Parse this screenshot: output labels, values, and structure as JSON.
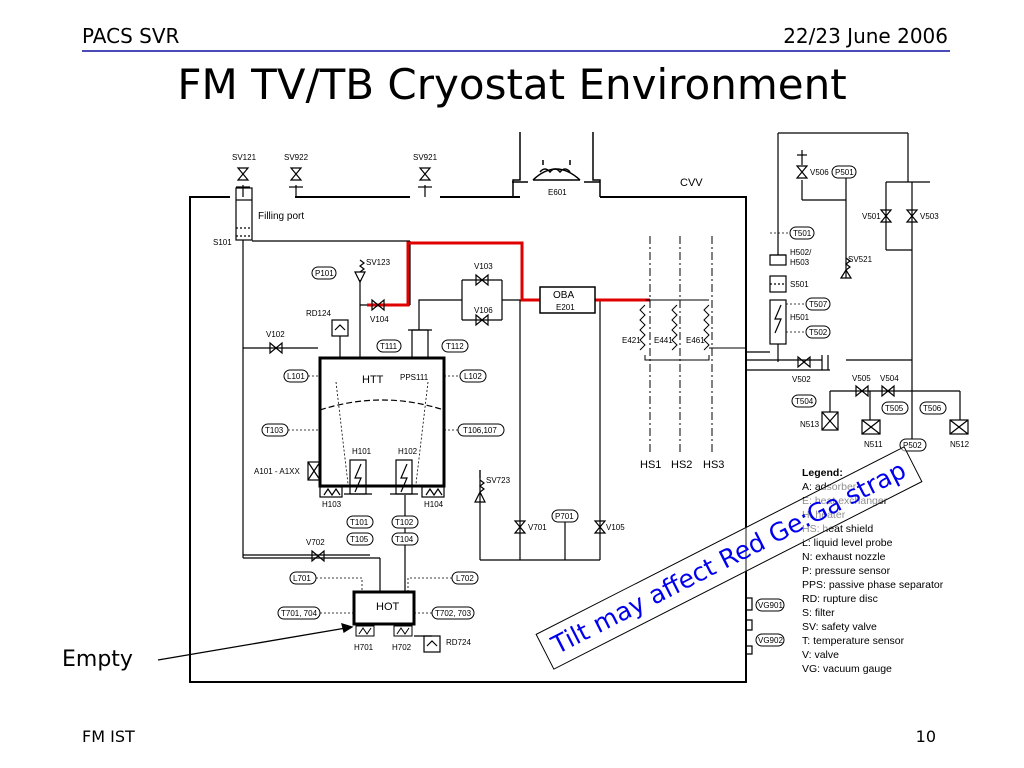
{
  "header": {
    "left": "PACS SVR",
    "right": "22/23 June 2006"
  },
  "title": "FM TV/TB Cryostat Environment",
  "footer": {
    "left": "FM IST",
    "page": "10"
  },
  "callout": "Empty",
  "note": "Tilt may affect Red Ge:Ga strap",
  "diagram": {
    "cvv": "CVV",
    "e601": "E601",
    "filling_port": "Filling port",
    "oba": "OBA",
    "e201": "E201",
    "htt": "HTT",
    "hot": "HOT",
    "hs1": "HS1",
    "hs2": "HS2",
    "hs3": "HS3",
    "a101": "A101 -  A1XX",
    "labels": {
      "sv121": "SV121",
      "sv922": "SV922",
      "sv921": "SV921",
      "s101": "S101",
      "p101": "P101",
      "sv123": "SV123",
      "rd124": "RD124",
      "v104": "V104",
      "v103": "V103",
      "v106": "V106",
      "v102": "V102",
      "t111": "T111",
      "t112": "T112",
      "pps111": "PPS111",
      "l101": "L101",
      "l102": "L102",
      "t103": "T103",
      "t106": "T106,107",
      "h101": "H101",
      "h102": "H102",
      "h103": "H103",
      "h104": "H104",
      "t101": "T101",
      "t102": "T102",
      "t105": "T105",
      "t104": "T104",
      "sv723": "SV723",
      "p701": "P701",
      "v701": "V701",
      "v105": "V105",
      "v702": "V702",
      "l701": "L701",
      "l702": "L702",
      "t701": "T701, 704",
      "t702": "T702, 703",
      "h701": "H701",
      "h702": "H702",
      "rd724": "RD724",
      "e421": "E421",
      "e441": "E441",
      "e461": "E461",
      "v506": "V506",
      "p501": "P501",
      "v501": "V501",
      "v503": "V503",
      "t501": "T501",
      "h502": "H502/",
      "h503": "H503",
      "sv521": "SV521",
      "s501": "S501",
      "t507": "T507",
      "h501": "H501",
      "t502": "T502",
      "v502": "V502",
      "v505": "V505",
      "v504": "V504",
      "t504": "T504",
      "t505": "T505",
      "t506": "T506",
      "n513": "N513",
      "n511": "N511",
      "p502": "P502",
      "n512": "N512",
      "vg901": "VG901",
      "vg902": "VG902"
    }
  },
  "legend": {
    "title": "Legend:",
    "items": [
      "A:  adsorber",
      "E:  heat exchanger",
      "H:  heater",
      "HS:  heat shield",
      "L:  liquid level probe",
      "N:  exhaust nozzle",
      "P:  pressure sensor",
      "PPS:  passive phase separator",
      "RD:  rupture disc",
      "S:  filter",
      "SV:  safety valve",
      "T:  temperature sensor",
      "V:  valve",
      "VG:  vacuum gauge"
    ]
  },
  "colors": {
    "accent_line": "#4a4ab8",
    "pipe_highlight": "#e00000",
    "note_text": "#0000ee"
  }
}
